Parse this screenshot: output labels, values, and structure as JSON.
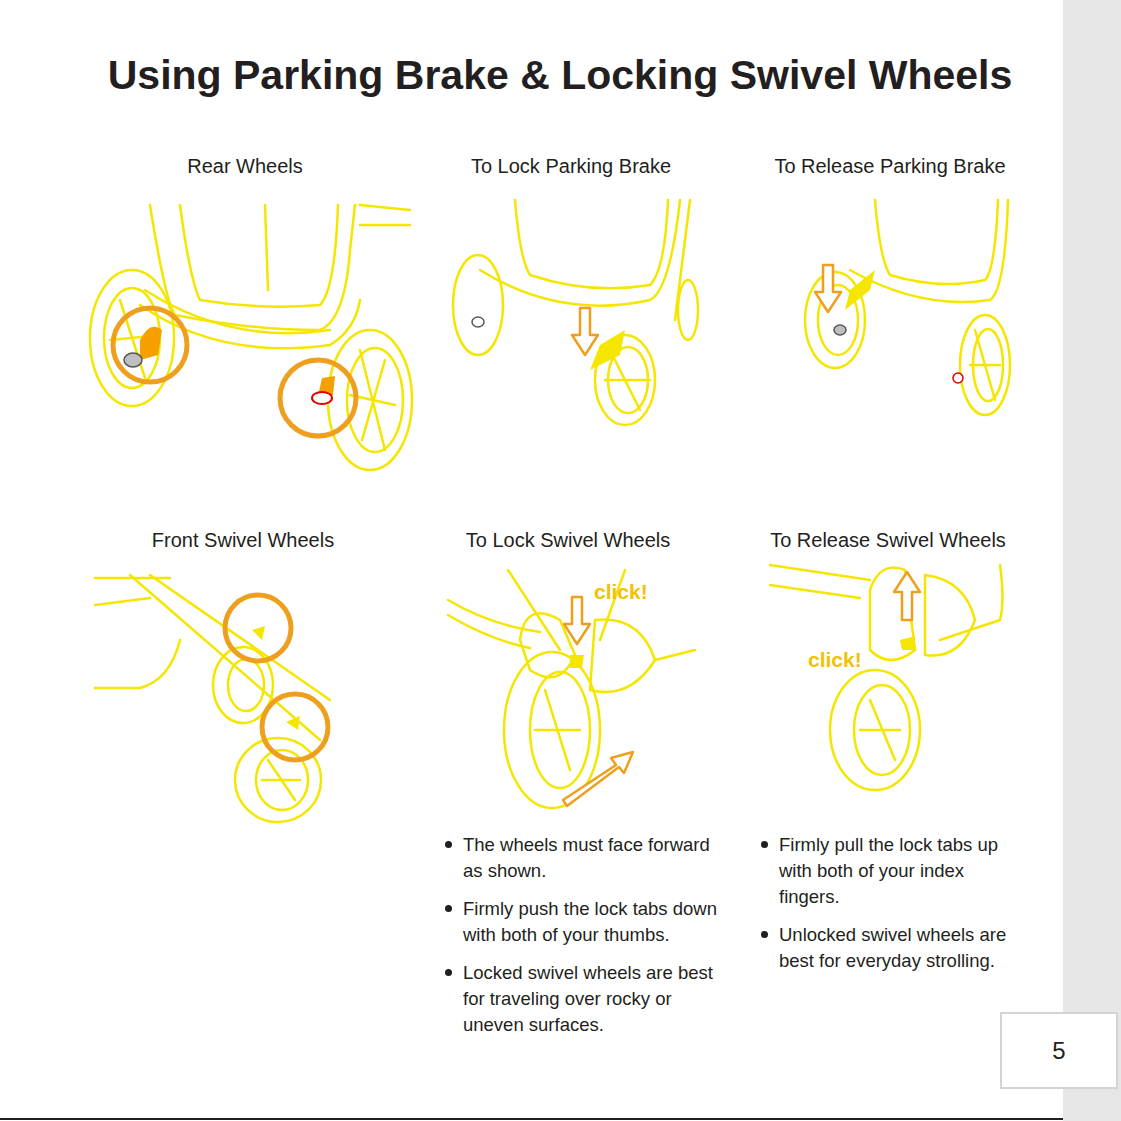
{
  "diagram": {
    "title": "Using Parking Brake & Locking Swivel Wheels",
    "nodes": [
      {
        "text": [
          "5"
        ]
      }
    ],
    "labels": [
      "Rear Wheels",
      "To Lock Parking Brake",
      "To Release Parking Brake",
      "Front Swivel Wheels",
      "To Lock Swivel Wheels",
      "To Release Swivel Wheels",
      "click!",
      "click!",
      "The wheels must face forward as shown.",
      "Firmly push the lock tabs down with both of your thumbs.",
      "Locked swivel wheels are best for traveling over rocky or uneven surfaces.",
      "Firmly pull the lock tabs up with both of your index fingers.",
      "Unlocked swivel wheels are best for everyday strolling."
    ]
  }
}
